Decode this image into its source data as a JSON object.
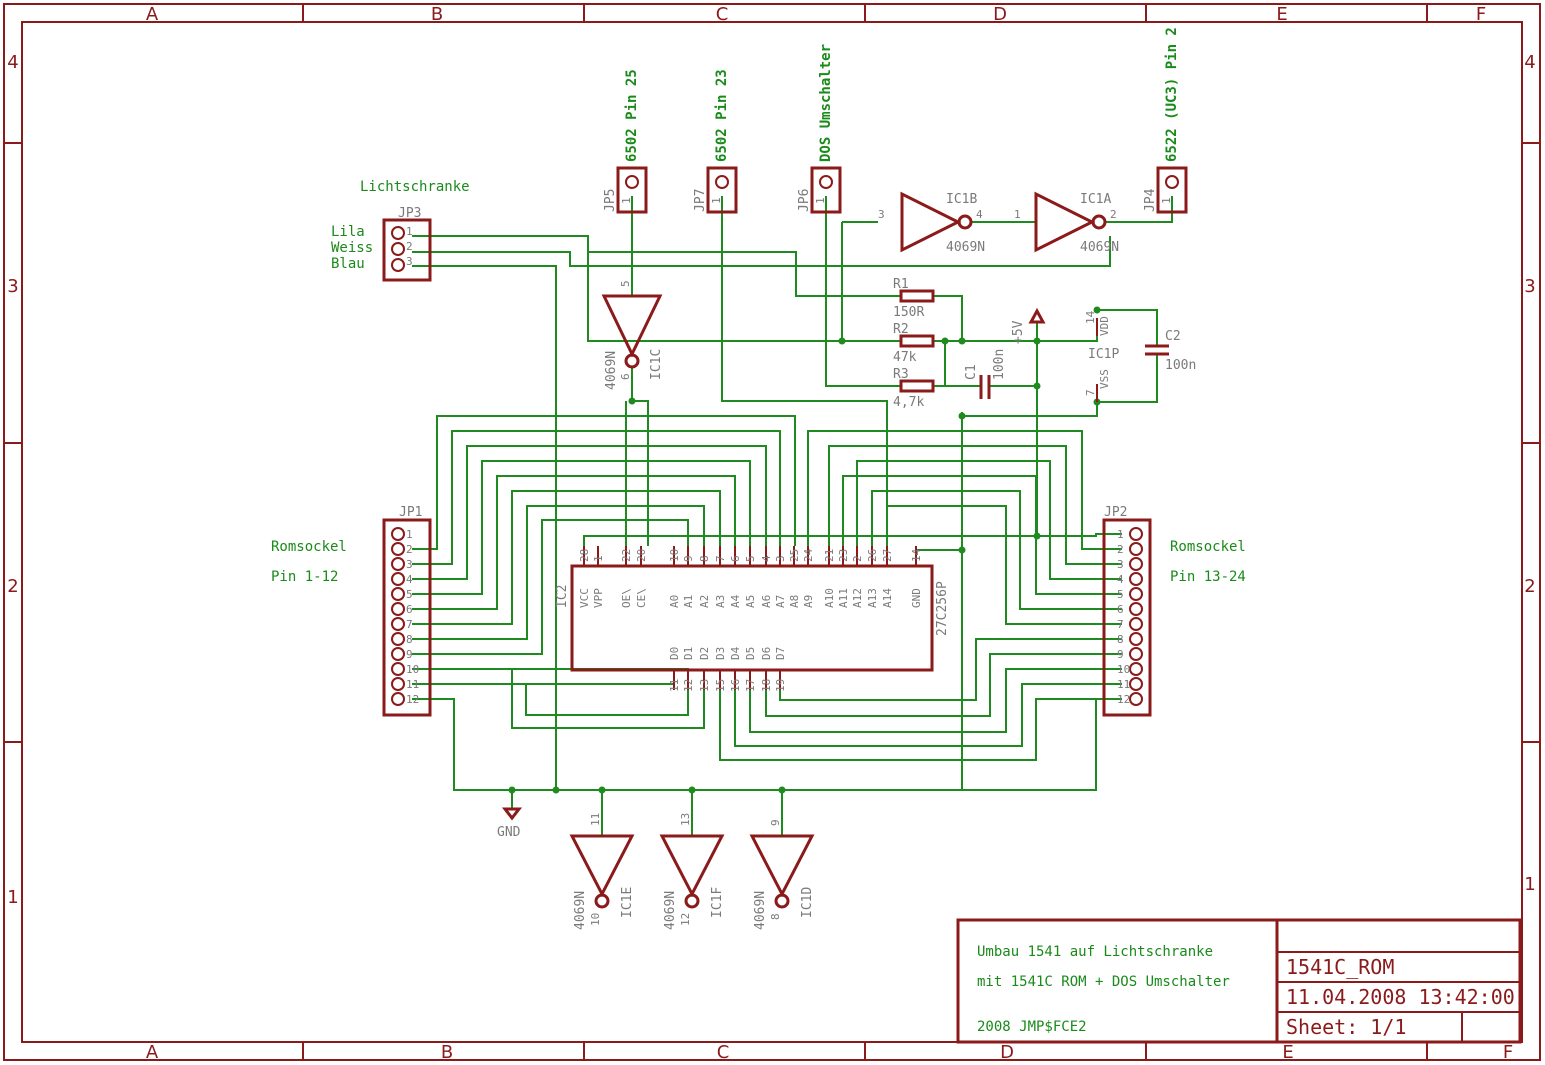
{
  "frame": {
    "columns": [
      "A",
      "B",
      "C",
      "D",
      "E",
      "F"
    ],
    "rows": [
      "4",
      "3",
      "2",
      "1"
    ]
  },
  "title_block": {
    "description_line1": "Umbau 1541 auf Lichtschranke",
    "description_line2": "mit 1541C ROM + DOS Umschalter",
    "author": "2008 JMP$FCE2",
    "drawing_name": "1541C_ROM",
    "datetime": "11.04.2008 13:42:00",
    "sheet": "Sheet: 1/1"
  },
  "connectors": {
    "jp5": {
      "name": "JP5",
      "pin": "1",
      "net": "6502 Pin 25"
    },
    "jp7": {
      "name": "JP7",
      "pin": "1",
      "net": "6502 Pin 23"
    },
    "jp6": {
      "name": "JP6",
      "pin": "1",
      "net": "DOS Umschalter"
    },
    "jp4": {
      "name": "JP4",
      "pin": "1",
      "net": "6522 (UC3) Pin 2"
    },
    "jp3": {
      "name": "JP3",
      "title": "Lichtschranke",
      "wires": [
        "Lila",
        "Weiss",
        "Blau"
      ],
      "pins": [
        "1",
        "2",
        "3"
      ]
    },
    "jp1": {
      "name": "JP1",
      "title": "Romsockel",
      "subtitle": "Pin 1-12"
    },
    "jp2": {
      "name": "JP2",
      "title": "Romsockel",
      "subtitle": "Pin 13-24"
    }
  },
  "gates": {
    "ic1a": {
      "name": "IC1A",
      "type": "4069N",
      "in": "1",
      "out": "2"
    },
    "ic1b": {
      "name": "IC1B",
      "type": "4069N",
      "in": "3",
      "out": "4"
    },
    "ic1c": {
      "name": "IC1C",
      "type": "4069N",
      "in": "5",
      "out": "6"
    },
    "ic1d": {
      "name": "IC1D",
      "type": "4069N",
      "in": "9",
      "out": "8"
    },
    "ic1e": {
      "name": "IC1E",
      "type": "4069N",
      "in": "11",
      "out": "10"
    },
    "ic1f": {
      "name": "IC1F",
      "type": "4069N",
      "in": "13",
      "out": "12"
    }
  },
  "passives": {
    "r1": {
      "name": "R1",
      "value": "150R"
    },
    "r2": {
      "name": "R2",
      "value": "47k"
    },
    "r3": {
      "name": "R3",
      "value": "4,7k"
    },
    "c1": {
      "name": "C1",
      "value": "100n"
    },
    "c2": {
      "name": "C2",
      "value": "100n"
    }
  },
  "power": {
    "ic1p": {
      "name": "IC1P",
      "vdd": "VDD",
      "vss": "VSS",
      "vdd_pin": "14",
      "vss_pin": "7"
    },
    "supply": "+5V",
    "ground": "GND"
  },
  "eprom": {
    "name": "IC2",
    "type": "27C256P",
    "top_pins": [
      "28",
      "1",
      "22",
      "20",
      "10",
      "9",
      "8",
      "7",
      "6",
      "5",
      "4",
      "3",
      "25",
      "24",
      "21",
      "23",
      "2",
      "26",
      "27",
      "14"
    ],
    "top_labels": [
      "VCC",
      "VPP",
      "OE\\",
      "CE\\",
      "A0",
      "A1",
      "A2",
      "A3",
      "A4",
      "A5",
      "A6",
      "A7",
      "A8",
      "A9",
      "A10",
      "A11",
      "A12",
      "A13",
      "A14",
      "GND"
    ],
    "data_labels": [
      "D0",
      "D1",
      "D2",
      "D3",
      "D4",
      "D5",
      "D6",
      "D7"
    ],
    "data_pins": [
      "11",
      "12",
      "13",
      "15",
      "16",
      "17",
      "18",
      "19"
    ]
  }
}
